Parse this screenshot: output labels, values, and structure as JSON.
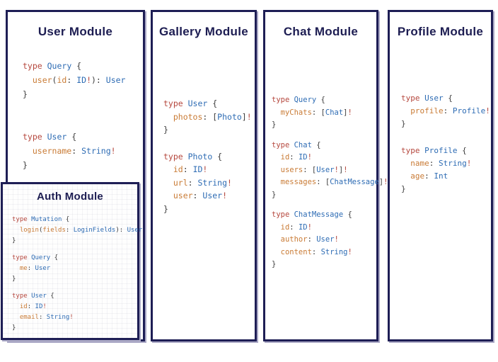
{
  "colors": {
    "title": "#1d1d52",
    "border": "#1e1e55",
    "background": "#ffffff",
    "keyword": "#b5473d",
    "type_name": "#2e6cb4",
    "field": "#c97b35",
    "punctuation": "#3d3d3d"
  },
  "modules": {
    "user": {
      "title": "User Module",
      "blocks": [
        [
          [
            [
              "kw",
              "type "
            ],
            [
              "ty",
              "Query"
            ],
            [
              "pu",
              " {"
            ]
          ],
          [
            [
              "fl",
              "  user"
            ],
            [
              "pu",
              "("
            ],
            [
              "fl",
              "id"
            ],
            [
              "pu",
              ": "
            ],
            [
              "ty",
              "ID"
            ],
            [
              "kw",
              "!"
            ],
            [
              "pu",
              "): "
            ],
            [
              "ty",
              "User"
            ]
          ],
          [
            [
              "pu",
              "}"
            ]
          ]
        ],
        [
          [
            [
              "kw",
              "type "
            ],
            [
              "ty",
              "User"
            ],
            [
              "pu",
              " {"
            ]
          ],
          [
            [
              "fl",
              "  username"
            ],
            [
              "pu",
              ": "
            ],
            [
              "ty",
              "String"
            ],
            [
              "kw",
              "!"
            ]
          ],
          [
            [
              "pu",
              "}"
            ]
          ]
        ]
      ]
    },
    "gallery": {
      "title": "Gallery Module",
      "blocks": [
        [
          [
            [
              "kw",
              "type "
            ],
            [
              "ty",
              "User"
            ],
            [
              "pu",
              " {"
            ]
          ],
          [
            [
              "fl",
              "  photos"
            ],
            [
              "pu",
              ": ["
            ],
            [
              "ty",
              "Photo"
            ],
            [
              "pu",
              "]"
            ],
            [
              "kw",
              "!"
            ]
          ],
          [
            [
              "pu",
              "}"
            ]
          ]
        ],
        [
          [
            [
              "kw",
              "type "
            ],
            [
              "ty",
              "Photo"
            ],
            [
              "pu",
              " {"
            ]
          ],
          [
            [
              "fl",
              "  id"
            ],
            [
              "pu",
              ": "
            ],
            [
              "ty",
              "ID"
            ],
            [
              "kw",
              "!"
            ]
          ],
          [
            [
              "fl",
              "  url"
            ],
            [
              "pu",
              ": "
            ],
            [
              "ty",
              "String"
            ],
            [
              "kw",
              "!"
            ]
          ],
          [
            [
              "fl",
              "  user"
            ],
            [
              "pu",
              ": "
            ],
            [
              "ty",
              "User"
            ],
            [
              "kw",
              "!"
            ]
          ],
          [
            [
              "pu",
              "}"
            ]
          ]
        ]
      ]
    },
    "chat": {
      "title": "Chat Module",
      "blocks": [
        [
          [
            [
              "kw",
              "type "
            ],
            [
              "ty",
              "Query"
            ],
            [
              "pu",
              " {"
            ]
          ],
          [
            [
              "fl",
              "  myChats"
            ],
            [
              "pu",
              ": ["
            ],
            [
              "ty",
              "Chat"
            ],
            [
              "pu",
              "]"
            ],
            [
              "kw",
              "!"
            ]
          ],
          [
            [
              "pu",
              "}"
            ]
          ]
        ],
        [
          [
            [
              "kw",
              "type "
            ],
            [
              "ty",
              "Chat"
            ],
            [
              "pu",
              " {"
            ]
          ],
          [
            [
              "fl",
              "  id"
            ],
            [
              "pu",
              ": "
            ],
            [
              "ty",
              "ID"
            ],
            [
              "kw",
              "!"
            ]
          ],
          [
            [
              "fl",
              "  users"
            ],
            [
              "pu",
              ": ["
            ],
            [
              "ty",
              "User"
            ],
            [
              "kw",
              "!"
            ],
            [
              "pu",
              "]"
            ],
            [
              "kw",
              "!"
            ]
          ],
          [
            [
              "fl",
              "  messages"
            ],
            [
              "pu",
              ": ["
            ],
            [
              "ty",
              "ChatMessage"
            ],
            [
              "pu",
              "]"
            ],
            [
              "kw",
              "!"
            ]
          ],
          [
            [
              "pu",
              "}"
            ]
          ]
        ],
        [
          [
            [
              "kw",
              "type "
            ],
            [
              "ty",
              "ChatMessage"
            ],
            [
              "pu",
              " {"
            ]
          ],
          [
            [
              "fl",
              "  id"
            ],
            [
              "pu",
              ": "
            ],
            [
              "ty",
              "ID"
            ],
            [
              "kw",
              "!"
            ]
          ],
          [
            [
              "fl",
              "  author"
            ],
            [
              "pu",
              ": "
            ],
            [
              "ty",
              "User"
            ],
            [
              "kw",
              "!"
            ]
          ],
          [
            [
              "fl",
              "  content"
            ],
            [
              "pu",
              ": "
            ],
            [
              "ty",
              "String"
            ],
            [
              "kw",
              "!"
            ]
          ],
          [
            [
              "pu",
              "}"
            ]
          ]
        ]
      ]
    },
    "profile": {
      "title": "Profile Module",
      "blocks": [
        [
          [
            [
              "kw",
              "type "
            ],
            [
              "ty",
              "User"
            ],
            [
              "pu",
              " {"
            ]
          ],
          [
            [
              "fl",
              "  profile"
            ],
            [
              "pu",
              ": "
            ],
            [
              "ty",
              "Profile"
            ],
            [
              "kw",
              "!"
            ]
          ],
          [
            [
              "pu",
              "}"
            ]
          ]
        ],
        [
          [
            [
              "kw",
              "type "
            ],
            [
              "ty",
              "Profile"
            ],
            [
              "pu",
              " {"
            ]
          ],
          [
            [
              "fl",
              "  name"
            ],
            [
              "pu",
              ": "
            ],
            [
              "ty",
              "String"
            ],
            [
              "kw",
              "!"
            ]
          ],
          [
            [
              "fl",
              "  age"
            ],
            [
              "pu",
              ": "
            ],
            [
              "ty",
              "Int"
            ]
          ],
          [
            [
              "pu",
              "}"
            ]
          ]
        ]
      ]
    },
    "auth": {
      "title": "Auth Module",
      "blocks": [
        [
          [
            [
              "kw",
              "type "
            ],
            [
              "ty",
              "Mutation"
            ],
            [
              "pu",
              " {"
            ]
          ],
          [
            [
              "fl",
              "  login"
            ],
            [
              "pu",
              "("
            ],
            [
              "fl",
              "fields"
            ],
            [
              "pu",
              ": "
            ],
            [
              "ty",
              "LoginFields"
            ],
            [
              "pu",
              "): "
            ],
            [
              "ty",
              "User"
            ]
          ],
          [
            [
              "pu",
              "}"
            ]
          ]
        ],
        [
          [
            [
              "kw",
              "type "
            ],
            [
              "ty",
              "Query"
            ],
            [
              "pu",
              " {"
            ]
          ],
          [
            [
              "fl",
              "  me"
            ],
            [
              "pu",
              ": "
            ],
            [
              "ty",
              "User"
            ]
          ],
          [
            [
              "pu",
              "}"
            ]
          ]
        ],
        [
          [
            [
              "kw",
              "type "
            ],
            [
              "ty",
              "User"
            ],
            [
              "pu",
              " {"
            ]
          ],
          [
            [
              "fl",
              "  id"
            ],
            [
              "pu",
              ": "
            ],
            [
              "ty",
              "ID"
            ],
            [
              "kw",
              "!"
            ]
          ],
          [
            [
              "fl",
              "  email"
            ],
            [
              "pu",
              ": "
            ],
            [
              "ty",
              "String"
            ],
            [
              "kw",
              "!"
            ]
          ],
          [
            [
              "pu",
              "}"
            ]
          ]
        ]
      ]
    }
  }
}
